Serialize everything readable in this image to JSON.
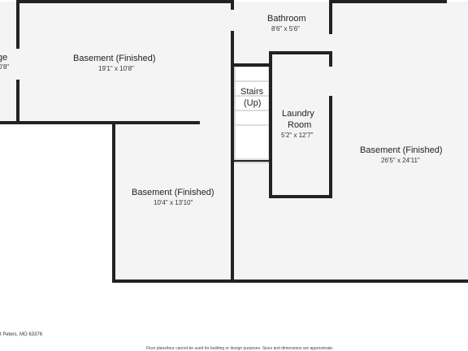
{
  "rooms": {
    "garage_partial": {
      "name": "ge",
      "dims": "0'8\""
    },
    "basement_left": {
      "name": "Basement (Finished)",
      "dims": "19'1\" x 10'8\""
    },
    "bathroom": {
      "name": "Bathroom",
      "dims": "8'6\" x 5'6\""
    },
    "stairs": {
      "name_line1": "Stairs",
      "name_line2": "(Up)"
    },
    "laundry": {
      "name_line1": "Laundry",
      "name_line2": "Room",
      "dims": "5'2\" x 12'7\""
    },
    "basement_right": {
      "name": "Basement (Finished)",
      "dims": "26'5\" x 24'11\""
    },
    "basement_center": {
      "name": "Basement (Finished)",
      "dims": "10'4\" x 13'10\""
    }
  },
  "footer": {
    "address": "t Peters, MO 63376",
    "disclaimer": "Floor plans/tour cannot be used for building or design purposes. Sizes and dimensions are approximate."
  },
  "colors": {
    "wall": "#222222",
    "floor": "#f4f4f4",
    "stair_lines": "#bbbbbb"
  }
}
